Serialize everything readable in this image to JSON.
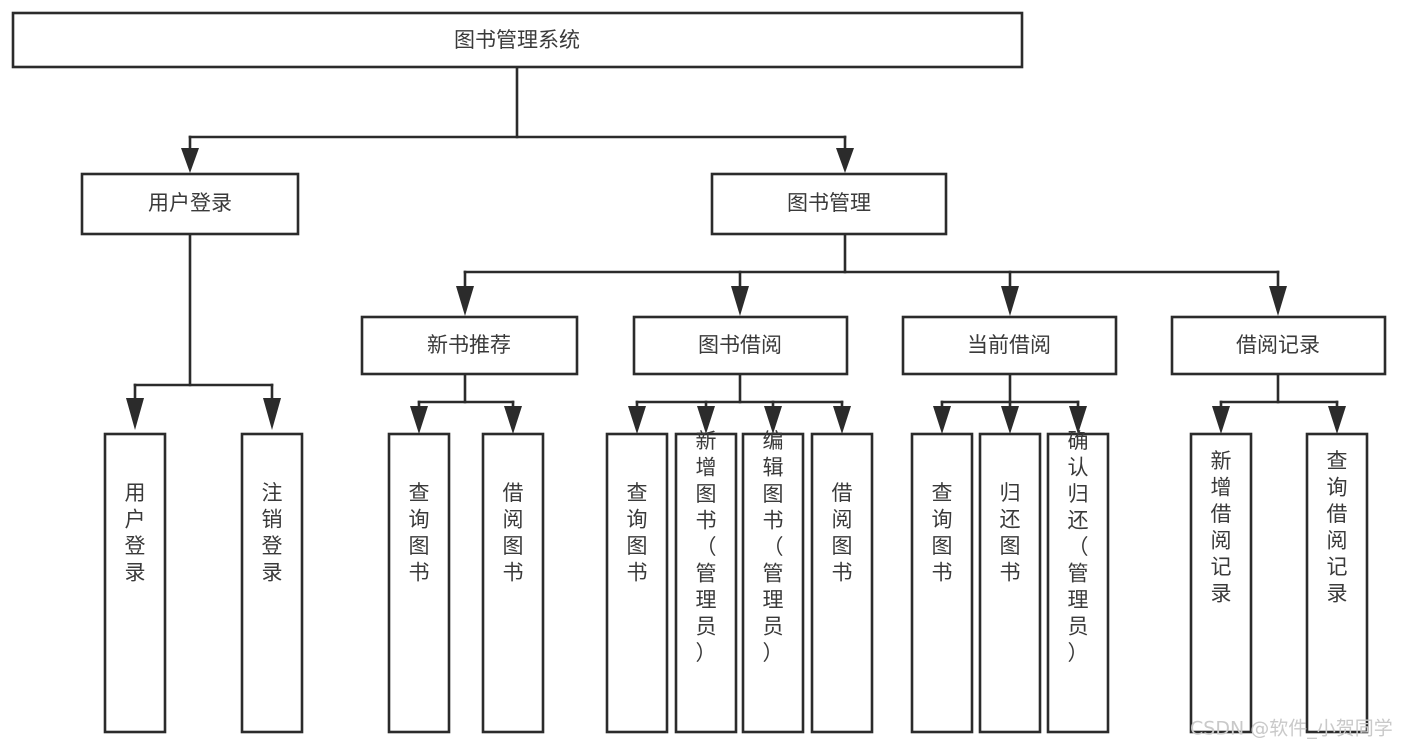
{
  "diagram": {
    "type": "tree-hierarchy",
    "title": "图书管理系统",
    "watermark": "CSDN @软件_小贺同学",
    "colors": {
      "stroke": "#2b2b2b",
      "box_fill": "#ffffff",
      "text": "#3a3a3a",
      "background": "#ffffff",
      "watermark": "#c9c9c9"
    },
    "root": {
      "id": "root",
      "label": "图书管理系统"
    },
    "level2": [
      {
        "id": "user-login",
        "label": "用户登录"
      },
      {
        "id": "book-manage",
        "label": "图书管理"
      }
    ],
    "level3": [
      {
        "id": "new-book-rec",
        "label": "新书推荐",
        "parent": "book-manage"
      },
      {
        "id": "book-borrow",
        "label": "图书借阅",
        "parent": "book-manage"
      },
      {
        "id": "current-borrow",
        "label": "当前借阅",
        "parent": "book-manage"
      },
      {
        "id": "borrow-record",
        "label": "借阅记录",
        "parent": "book-manage"
      }
    ],
    "leaves": [
      {
        "id": "leaf-user-login",
        "label": "用户登录",
        "parent": "user-login"
      },
      {
        "id": "leaf-logout",
        "label": "注销登录",
        "parent": "user-login"
      },
      {
        "id": "leaf-query-book-1",
        "label": "查询图书",
        "parent": "new-book-rec"
      },
      {
        "id": "leaf-borrow-book-1",
        "label": "借阅图书",
        "parent": "new-book-rec"
      },
      {
        "id": "leaf-query-book-2",
        "label": "查询图书",
        "parent": "book-borrow"
      },
      {
        "id": "leaf-add-book",
        "label": "新增图书（管理员）",
        "parent": "book-borrow"
      },
      {
        "id": "leaf-edit-book",
        "label": "编辑图书（管理员）",
        "parent": "book-borrow"
      },
      {
        "id": "leaf-borrow-book-2",
        "label": "借阅图书",
        "parent": "book-borrow"
      },
      {
        "id": "leaf-query-book-3",
        "label": "查询图书",
        "parent": "current-borrow"
      },
      {
        "id": "leaf-return-book",
        "label": "归还图书",
        "parent": "current-borrow"
      },
      {
        "id": "leaf-confirm-return",
        "label": "确认归还（管理员）",
        "parent": "current-borrow"
      },
      {
        "id": "leaf-add-record",
        "label": "新增借阅记录",
        "parent": "borrow-record"
      },
      {
        "id": "leaf-query-record",
        "label": "查询借阅记录",
        "parent": "borrow-record"
      }
    ]
  }
}
